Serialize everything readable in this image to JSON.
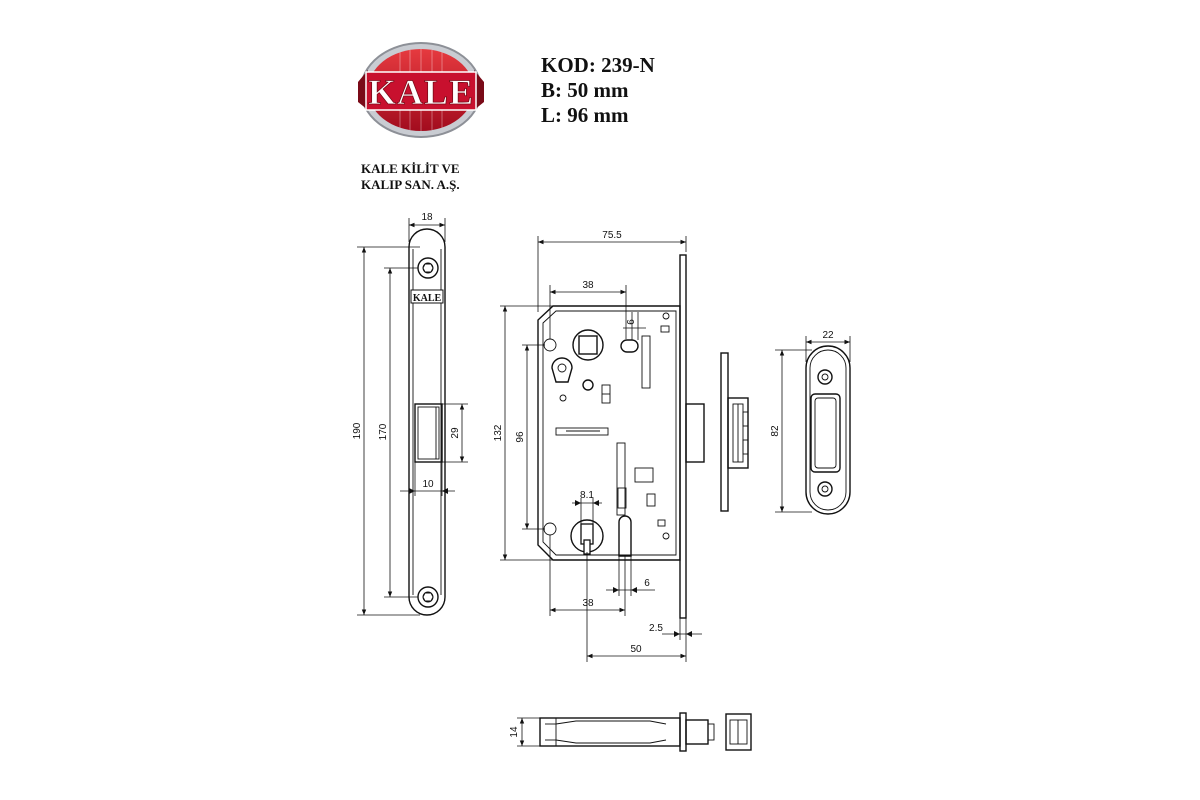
{
  "brand": {
    "logo_text": "KALE",
    "plate_logo_text": "KALE",
    "colors": {
      "red": "#c8102e",
      "dark_red": "#7a0a18",
      "silver": "#b9bcc2"
    }
  },
  "company": {
    "line1": "KALE KİLİT VE",
    "line2": "KALIP SAN. A.Ş."
  },
  "specs": {
    "code": "KOD: 239-N",
    "backset": "B: 50 mm",
    "spacing": "L: 96 mm"
  },
  "dimensions": {
    "faceplate_width": "18",
    "faceplate_length": "190",
    "faceplate_screw_spacing": "170",
    "latch_height": "29",
    "latch_width": "10",
    "body_width": "75.5",
    "body_height": "132",
    "handle_key_spacing": "96",
    "top_center_distance": "38",
    "top_gap": "6",
    "key_hole": "8.1",
    "bottom_center_distance": "38",
    "bottom_gap": "6",
    "plate_thickness": "2.5",
    "backset": "50",
    "strike_width": "22",
    "strike_height": "82",
    "case_depth": "14"
  }
}
